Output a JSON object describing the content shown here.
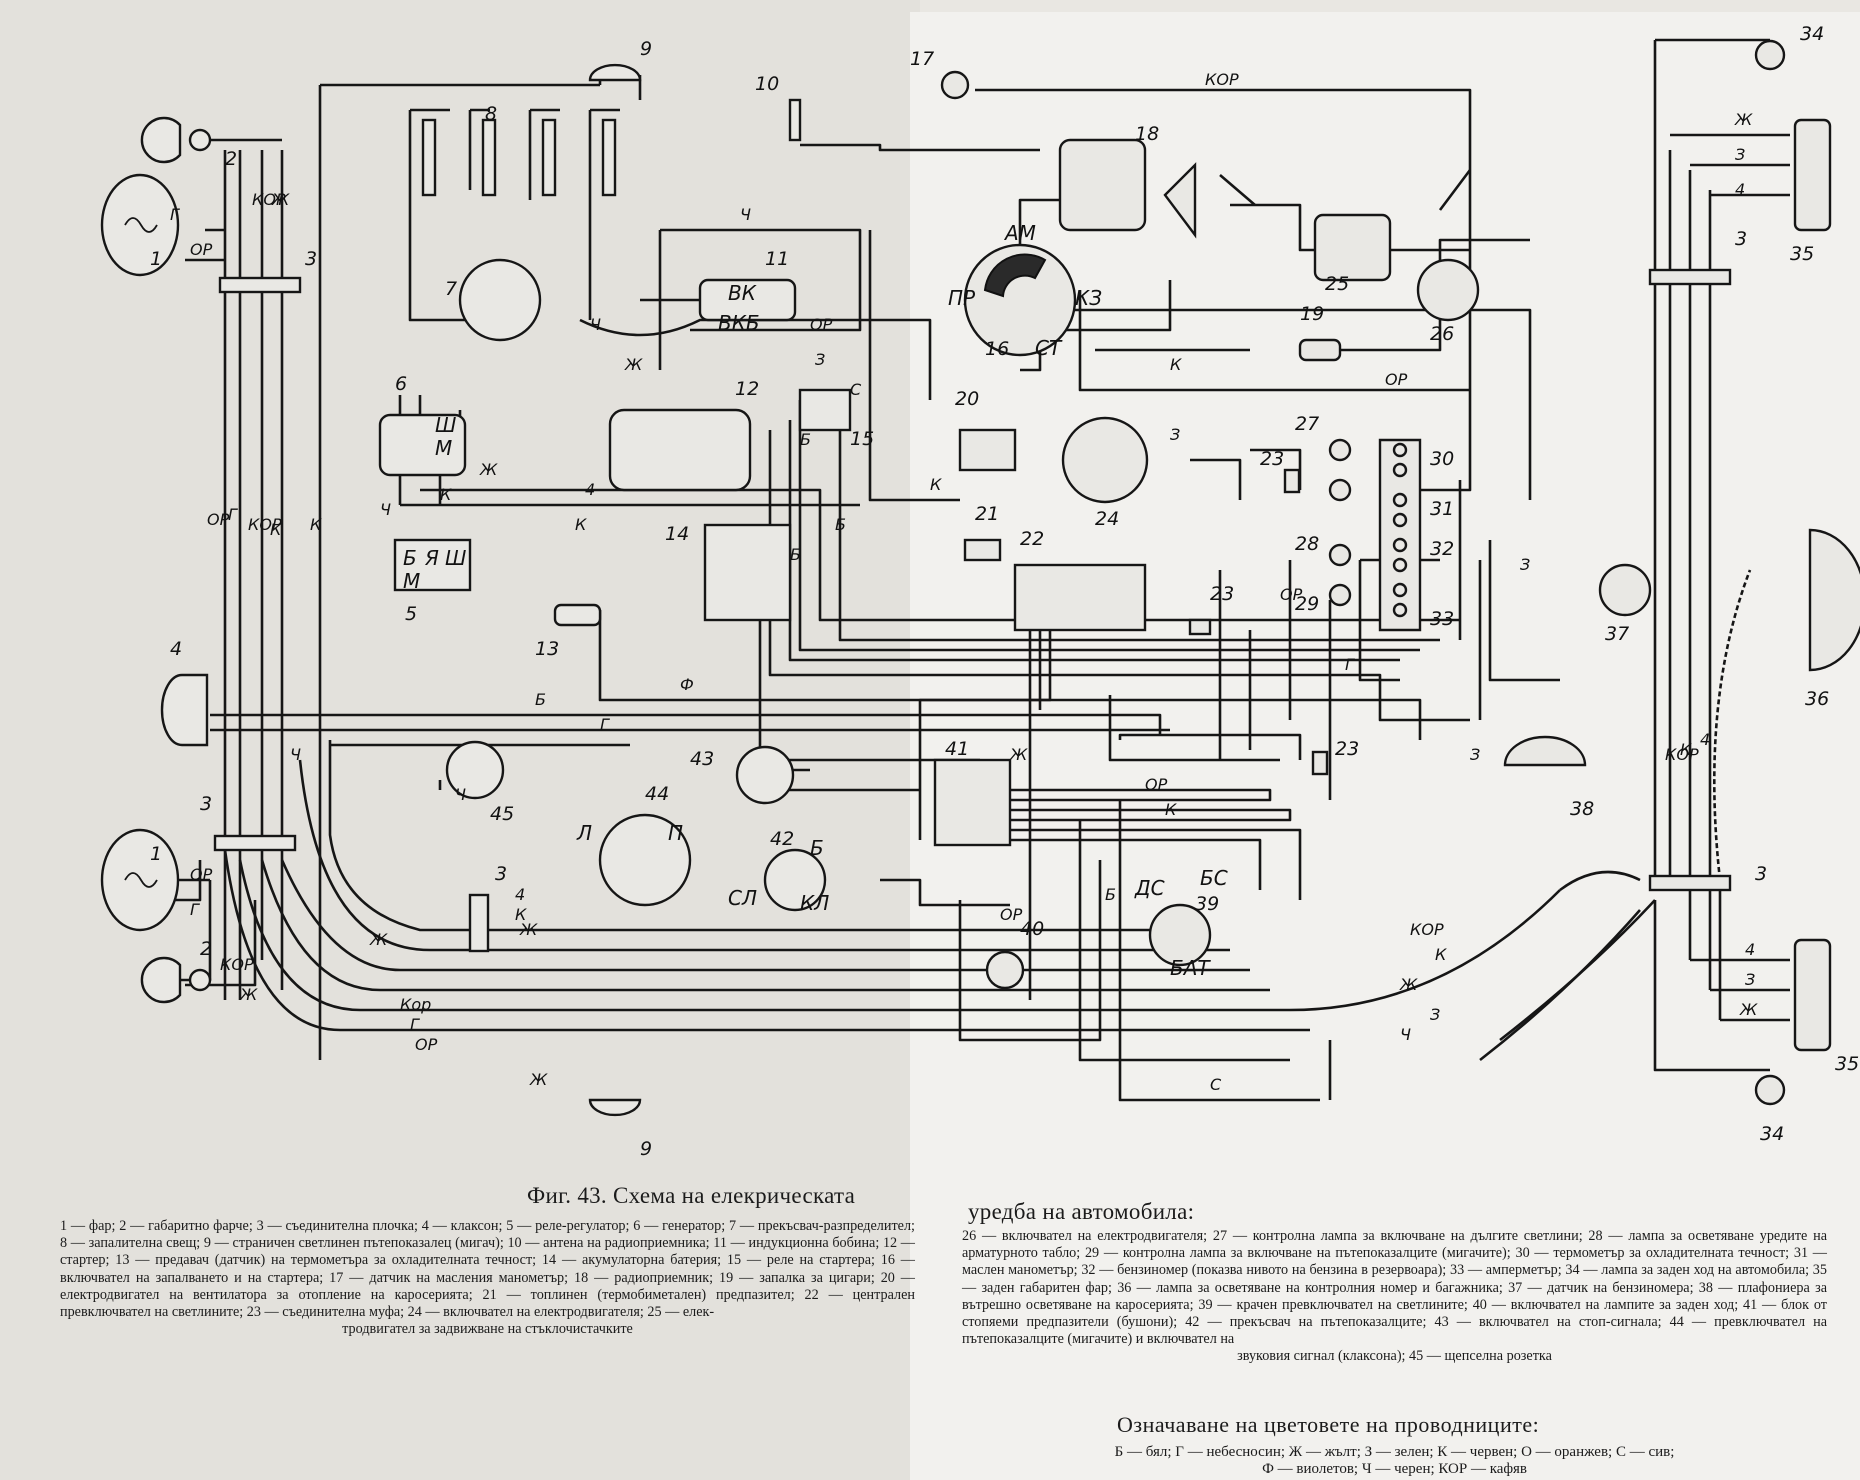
{
  "figure": {
    "title_left": "Фиг. 43. Схема на елекрическата",
    "title_right": "уредба на автомобила:"
  },
  "legend_left": {
    "body": "1 — фар; 2 — габаритно фарче; 3 — съединителна плочка; 4 — клаксон; 5 — реле-регулатор; 6 — генератор; 7 — прекъсвач-разпределител; 8 — запалителна свещ; 9 — страничен светлинен пътепоказалец (мигач); 10 — антена на радиоприемника; 11 — индукционна бобина; 12 — стартер; 13 — предавач (датчик) на термометъра за охладителната течност; 14 — акумулаторна батерия; 15 — реле на стартера; 16 — включвател на запалването и на стартера; 17 — датчик на масления манометър; 18 — радиоприемник; 19 — запалка за цигари; 20 — електродвигател на вентилатора за отопление на каросерията; 21 — топлинен (термобиметален) предпазител; 22 — централен превключвател на светлините; 23 — съединителна муфа; 24 — включвател на електродвигателя; 25 — елек-",
    "last_line": "тродвигател за задвижване на стъклочистачките"
  },
  "legend_right": {
    "body": "26 — включвател на електродвигателя; 27 — контролна лампа за включване на дългите светлини; 28 — лампа за осветяване уредите на арматурното табло; 29 — контролна лампа за включване на пътепоказалците (мигачите); 30 — термометър за охладителната течност; 31 — маслен манометър; 32 — бензиномер (показва нивото на бензина в резервоара); 33 — амперметър; 34 — лампа за заден ход на автомобила; 35 — заден габаритен фар; 36 — лампа за осветяване на контролния номер и багажника; 37 — датчик на бензиномера; 38 — плафониера за вътрешно осветяване на каросерията; 39 — крачен превключвател на светлините; 40 — включвател на лампите за заден ход; 41 — блок от стопяеми предпазители (бушони); 42 — прекъсвач на пътепоказалците; 43 — включвател на стоп-сигнала; 44 — превключвател на пътепоказалците (мигачите) и включвател на",
    "last_line": "звуковия сигнал (клаксона); 45 — щепселна розетка"
  },
  "colors": {
    "title": "Означаване на цветовете на проводниците:",
    "line1": "Б — бял; Г — небесносин; Ж — жълт; З — зелен; К — червен; О — оранжев; С — сив;",
    "line2": "Ф — виолетов; Ч — черен; КОР — кафяв"
  },
  "diagram_labels": {
    "components": [
      "1",
      "2",
      "3",
      "4",
      "5",
      "6",
      "7",
      "8",
      "9",
      "10",
      "11",
      "12",
      "13",
      "14",
      "15",
      "16",
      "17",
      "18",
      "19",
      "20",
      "21",
      "22",
      "23",
      "24",
      "25",
      "26",
      "27",
      "28",
      "29",
      "30",
      "31",
      "32",
      "33",
      "34",
      "35",
      "36",
      "37",
      "38",
      "39",
      "40",
      "41",
      "42",
      "43",
      "44",
      "45"
    ],
    "wire_colors": [
      "КОР",
      "Ж",
      "Г",
      "ОР",
      "К",
      "Ч",
      "З",
      "Б",
      "Ф",
      "С",
      "Кор"
    ],
    "terminals": [
      "АМ",
      "ПР",
      "КЗ",
      "СТ",
      "ВК",
      "ВКБ",
      "Ш",
      "Я",
      "М",
      "Б",
      "Л",
      "П",
      "СЛ",
      "КЛ",
      "ДС",
      "БС",
      "БАТ"
    ]
  }
}
